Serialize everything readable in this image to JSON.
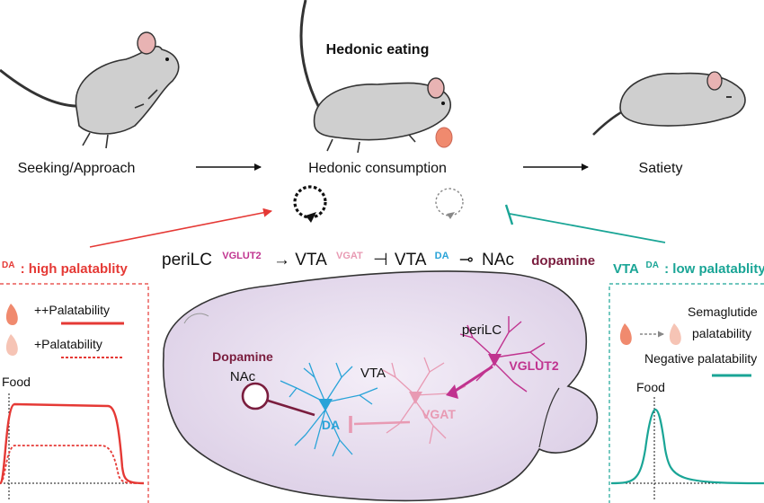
{
  "top": {
    "title": "Hedonic eating",
    "stage_seeking": "Seeking/Approach",
    "stage_consumption": "Hedonic consumption",
    "stage_satiety": "Satiety"
  },
  "circuit": {
    "perilc": "periLC",
    "vglut2_sup": "VGLUT2",
    "vta1": "VTA",
    "vgat_sup": "VGAT",
    "vta2": "VTA",
    "da_sup": "DA",
    "nac": "NAc",
    "dopamine": "dopamine",
    "arrow1": "→",
    "inhibit": "⊣",
    "arrow3": "⊸"
  },
  "left_panel": {
    "title_sup": "DA",
    "title": ": high palatablity",
    "row1": "++Palatability",
    "row2": "+Palatability",
    "food": "Food"
  },
  "right_panel": {
    "title_prefix": "VTA",
    "title_sup": "DA",
    "title": ": low palatablity",
    "semaglutide": "Semaglutide",
    "palatability": "palatability",
    "negative": "Negative palatability",
    "food": "Food"
  },
  "brain": {
    "dopamine": "Dopamine",
    "nac": "NAc",
    "vta": "VTA",
    "perilc": "periLC",
    "vglut2": "VGLUT2",
    "vgat": "VGAT",
    "da": "DA"
  },
  "colors": {
    "red": "#e53935",
    "teal": "#1aa596",
    "maroon": "#7a1d3e",
    "cyan": "#29a3d8",
    "pink": "#e89ab3",
    "magenta": "#c0338f",
    "brain_fill": "#e9def0",
    "mouse_fill": "#cfcfcf"
  }
}
